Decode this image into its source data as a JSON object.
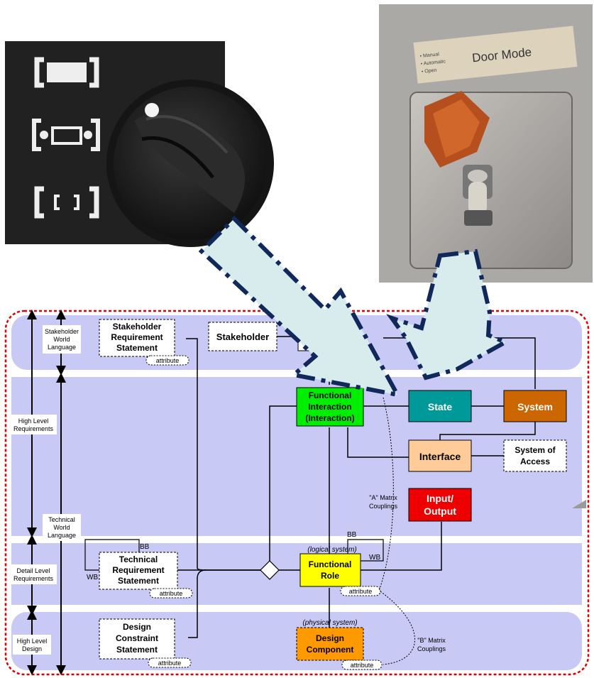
{
  "photo_knob": {
    "mode_icons": [
      "window-mode-icon",
      "focus-mode-icon",
      "bracket-mode-icon"
    ]
  },
  "photo_door": {
    "label_main": "Door Mode",
    "label_options": [
      "• Manual",
      "• Automatic",
      "• Open"
    ]
  },
  "diagram": {
    "border_color": "#e00000",
    "band_color": "#c9c9f5",
    "left_labels": {
      "stakeholder_world_language": [
        "Stakeholder",
        "World",
        "Language"
      ],
      "high_level_requirements": [
        "High Level",
        "Requirements"
      ],
      "technical_world_language": [
        "Technical",
        "World",
        "Language"
      ],
      "detail_level_requirements": [
        "Detail Level",
        "Requirements"
      ],
      "high_level_design": [
        "High Level",
        "Design"
      ]
    },
    "nodes": {
      "stakeholder_requirement_statement": [
        "Stakeholder",
        "Requirement",
        "Statement"
      ],
      "stakeholder": [
        "Stakeholder"
      ],
      "functional_interaction": [
        "Functional",
        "Interaction",
        "(Interaction)"
      ],
      "state": [
        "State"
      ],
      "system": [
        "System"
      ],
      "interface": [
        "Interface"
      ],
      "system_of_access": [
        "System of",
        "Access"
      ],
      "input_output": [
        "Input/",
        "Output"
      ],
      "technical_requirement_statement": [
        "Technical",
        "Requirement",
        "Statement"
      ],
      "functional_role": [
        "Functional",
        "Role"
      ],
      "design_constraint_statement": [
        "Design",
        "Constraint",
        "Statement"
      ],
      "design_component": [
        "Design",
        "Component"
      ]
    },
    "node_colors": {
      "functional_interaction": "#00ee00",
      "state": "#009999",
      "system": "#cc6600",
      "interface": "#ffcc99",
      "input_output": "#ee0000",
      "functional_role": "#ffff00",
      "design_component": "#ff9900"
    },
    "attribute_label": "attribute",
    "bb_label": "BB",
    "wb_label": "WB",
    "logical_system_label": "(logical system)",
    "physical_system_label": "(physical system)",
    "a_matrix_label": [
      "\"A\" Matrix",
      "Couplings"
    ],
    "b_matrix_label": [
      "\"B\" Matrix",
      "Couplings"
    ],
    "arrow_fill": "#d8ecee",
    "arrow_outline": "#10285a"
  }
}
